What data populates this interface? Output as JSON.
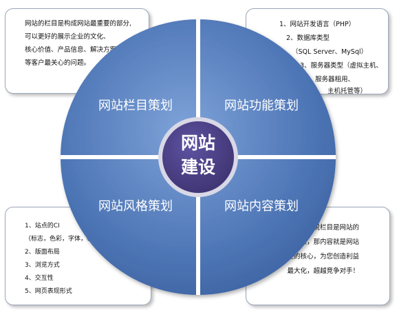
{
  "center": {
    "line1": "网站",
    "line2": "建设"
  },
  "quadrants": {
    "tl": "网站栏目策划",
    "tr": "网站功能策划",
    "bl": "网站风格策划",
    "br": "网站内容策划"
  },
  "boxes": {
    "tl": [
      "网站的栏目是构成网站最重要的部分,",
      "可以更好的展示企业的文化、",
      "核心价值、产品信息、解决方案",
      "等客户最关心的问题。"
    ],
    "tr": [
      "1、网站开发语言（PHP）",
      "2、数据库类型",
      "（SQL Server、MySql）",
      "3、服务器类型（虚拟主机、",
      "服务器租用、",
      "主机托管等）"
    ],
    "bl": [
      "1、站点的CI",
      "（标志，色彩，字体，标语）",
      "2、版面布局",
      "3、浏览方式",
      "4、交互性",
      "5、网页表现形式"
    ],
    "br": [
      "如果说栏目是网站的",
      "骨架，那内容就是网站",
      "真正的核心，为您创造利益",
      "最大化，超越竞争对手！"
    ]
  },
  "colors": {
    "outer_circle": "#4e76b6",
    "outer_circle_light": "#6d94cf",
    "divider": "#ffffff",
    "center_circle": "#4a3f7e",
    "center_ring": "#d8d8e6",
    "label": "#ffffff"
  }
}
